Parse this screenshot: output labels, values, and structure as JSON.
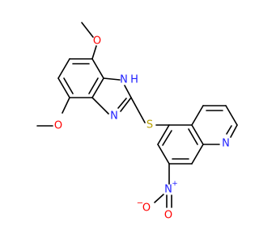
{
  "colors": {
    "carbon": "#000000",
    "nitrogen": "#2020ff",
    "oxygen": "#ff0000",
    "sulfur": "#b8a000"
  },
  "atoms": {
    "o_top": "O",
    "o_bottom": "O",
    "nh_n": "N",
    "nh_h": "H",
    "imine_n": "N",
    "s": "S",
    "quin_n": "N",
    "nitro_n": "N",
    "nitro_plus": "+",
    "nitro_o_left": "O",
    "nitro_minus": "−",
    "nitro_o_bottom": "O"
  }
}
